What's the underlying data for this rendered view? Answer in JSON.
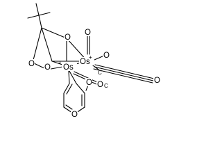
{
  "molecule": {
    "atoms": {
      "os1": "Os",
      "os1_charge": "+",
      "os2": "Os",
      "os2_charge": "+",
      "o_top": "O",
      "o_right_ring": "O",
      "o_co1": "O",
      "o_co2": "O",
      "o_co3": "O",
      "o_co4": "O",
      "o_ring": "O",
      "o_left": "O",
      "o_mid": "O",
      "c_co1": "C",
      "c_co2": "C"
    },
    "colors": {
      "bond": "#000000",
      "label": "#000000",
      "background": "#ffffff"
    }
  }
}
